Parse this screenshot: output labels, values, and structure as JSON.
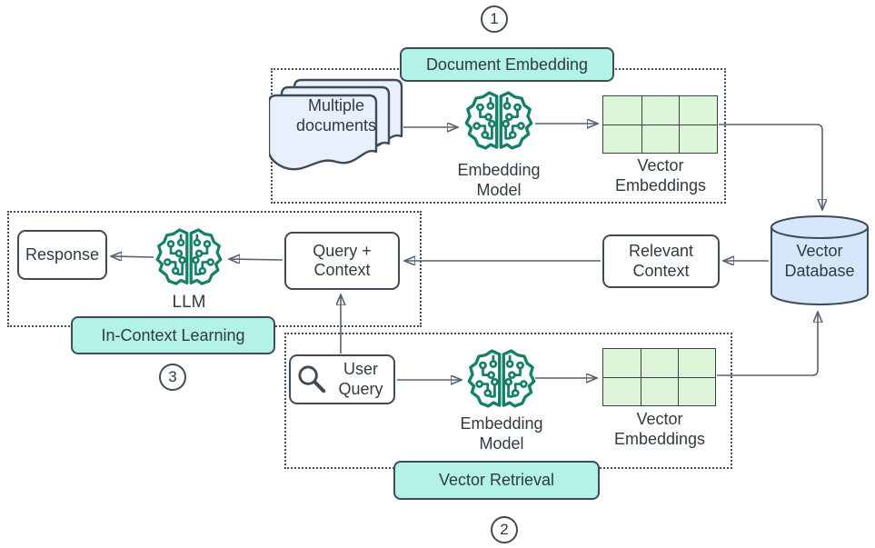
{
  "stages": {
    "document_embedding": {
      "number": "1",
      "label": "Document Embedding"
    },
    "vector_retrieval": {
      "number": "2",
      "label": "Vector Retrieval"
    },
    "in_context_learning": {
      "number": "3",
      "label": "In-Context Learning"
    }
  },
  "nodes": {
    "multiple_documents": {
      "label": "Multiple documents"
    },
    "embedding_model_top": {
      "label": "Embedding Model"
    },
    "vector_embeddings_top": {
      "label": "Vector Embeddings"
    },
    "vector_database": {
      "label": "Vector Database"
    },
    "relevant_context": {
      "label": "Relevant Context"
    },
    "query_plus_context": {
      "label": "Query + Context"
    },
    "llm": {
      "label": "LLM"
    },
    "response": {
      "label": "Response"
    },
    "user_query": {
      "label": "User Query"
    },
    "embedding_model_bottom": {
      "label": "Embedding Model"
    },
    "vector_embeddings_bottom": {
      "label": "Vector Embeddings"
    }
  },
  "icons": {
    "embedding_model_top": "brain-circuit-icon",
    "embedding_model_bottom": "brain-circuit-icon",
    "llm": "brain-circuit-icon",
    "multiple_documents": "stacked-documents-icon",
    "user_query": "magnifier-icon",
    "vector_database": "database-cylinder-icon"
  },
  "edges": [
    {
      "from": "multiple_documents",
      "to": "embedding_model_top"
    },
    {
      "from": "embedding_model_top",
      "to": "vector_embeddings_top"
    },
    {
      "from": "vector_embeddings_top",
      "to": "vector_database"
    },
    {
      "from": "vector_database",
      "to": "relevant_context"
    },
    {
      "from": "relevant_context",
      "to": "query_plus_context"
    },
    {
      "from": "query_plus_context",
      "to": "llm"
    },
    {
      "from": "llm",
      "to": "response"
    },
    {
      "from": "user_query",
      "to": "query_plus_context"
    },
    {
      "from": "user_query",
      "to": "embedding_model_bottom"
    },
    {
      "from": "embedding_model_bottom",
      "to": "vector_embeddings_bottom"
    },
    {
      "from": "vector_embeddings_bottom",
      "to": "vector_database"
    }
  ],
  "colors": {
    "badge_fill": "#b3f2e6",
    "node_green": "#ddf4d9",
    "node_blue": "#d6e6fb",
    "doc_fill": "#e9effb",
    "icon_teal": "#15806a",
    "stroke_dark": "#3f4b57",
    "grid_stroke": "#37424c",
    "arrow": "#566270",
    "text_dark": "#2f3a42"
  }
}
